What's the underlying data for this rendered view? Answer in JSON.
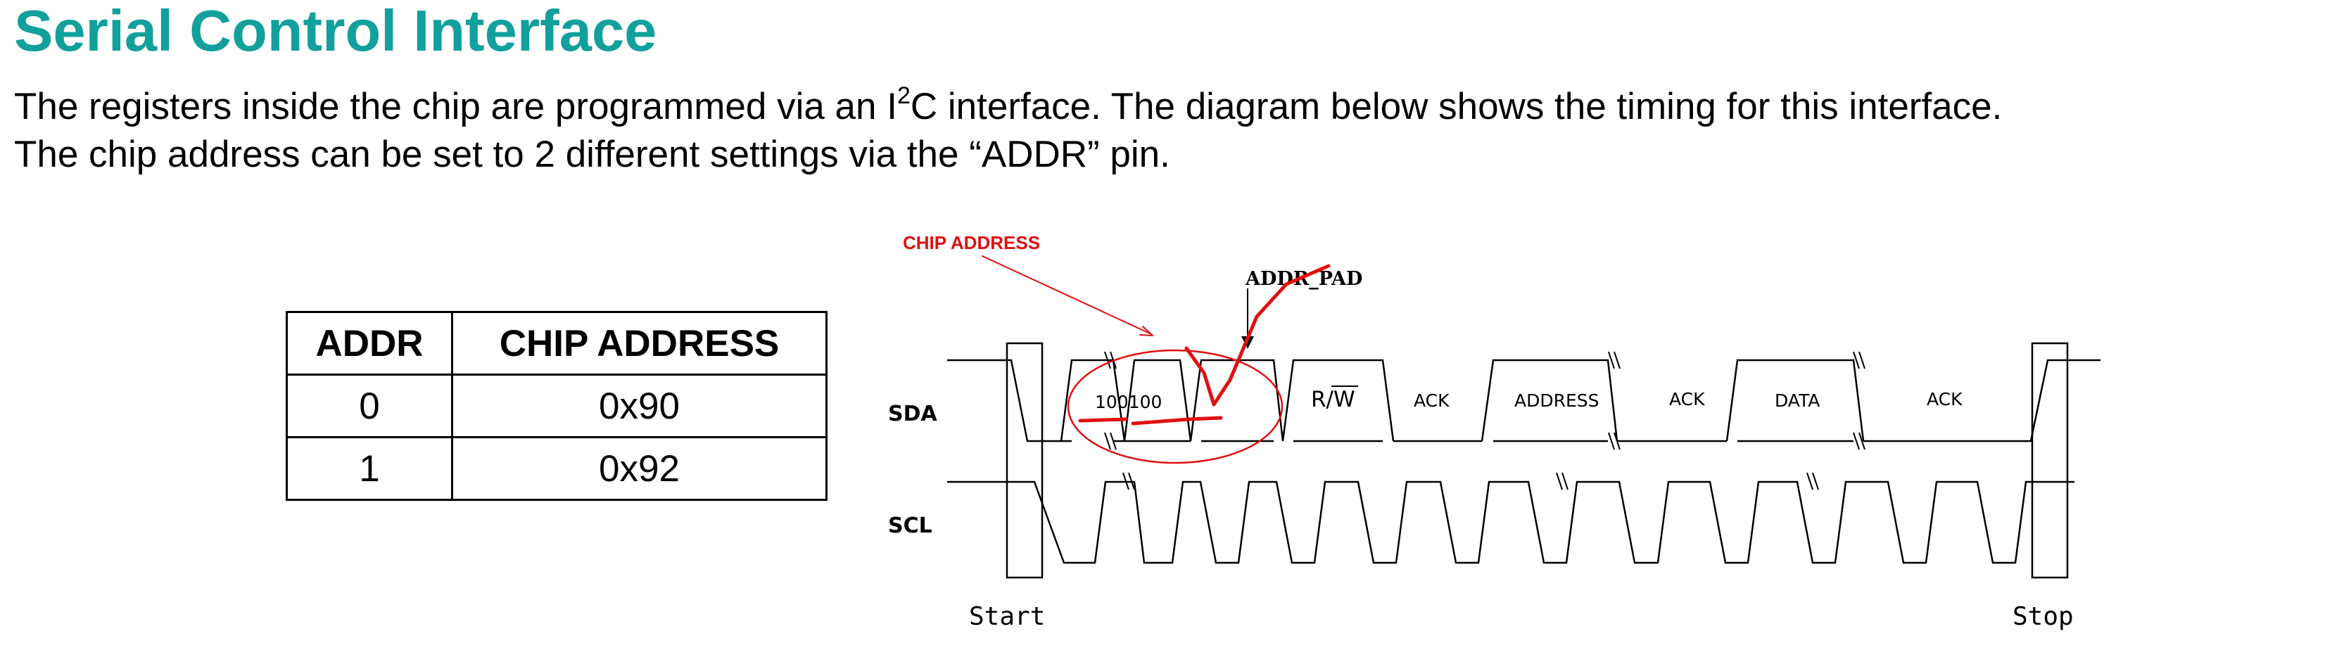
{
  "title": "Serial Control Interface",
  "paragraph": {
    "line1_before": "The registers inside the chip are programmed via an I",
    "line1_sup": "2",
    "line1_after": "C interface.  The diagram below shows the timing for this interface.",
    "line2": "The chip address can be set to 2 different settings via the “ADDR” pin."
  },
  "address_table": {
    "headers": [
      "ADDR",
      "CHIP ADDRESS"
    ],
    "rows": [
      [
        "0",
        "0x90"
      ],
      [
        "1",
        "0x92"
      ]
    ]
  },
  "timing_diagram": {
    "sda_label": "SDA",
    "scl_label": "SCL",
    "fields": {
      "chip_bits": "100100",
      "rw": "R/W",
      "ack1": "ACK",
      "address": "ADDRESS",
      "ack2": "ACK",
      "data": "DATA",
      "ack3": "ACK"
    },
    "start_label": "Start",
    "stop_label": "Stop",
    "chip_address_annotation": "CHIP ADDRESS",
    "addr_pad_annotation": "ADDR_PAD",
    "annotation_color": "#e01010"
  },
  "colors": {
    "title": "#12a09c",
    "annotation": "#e01010"
  }
}
